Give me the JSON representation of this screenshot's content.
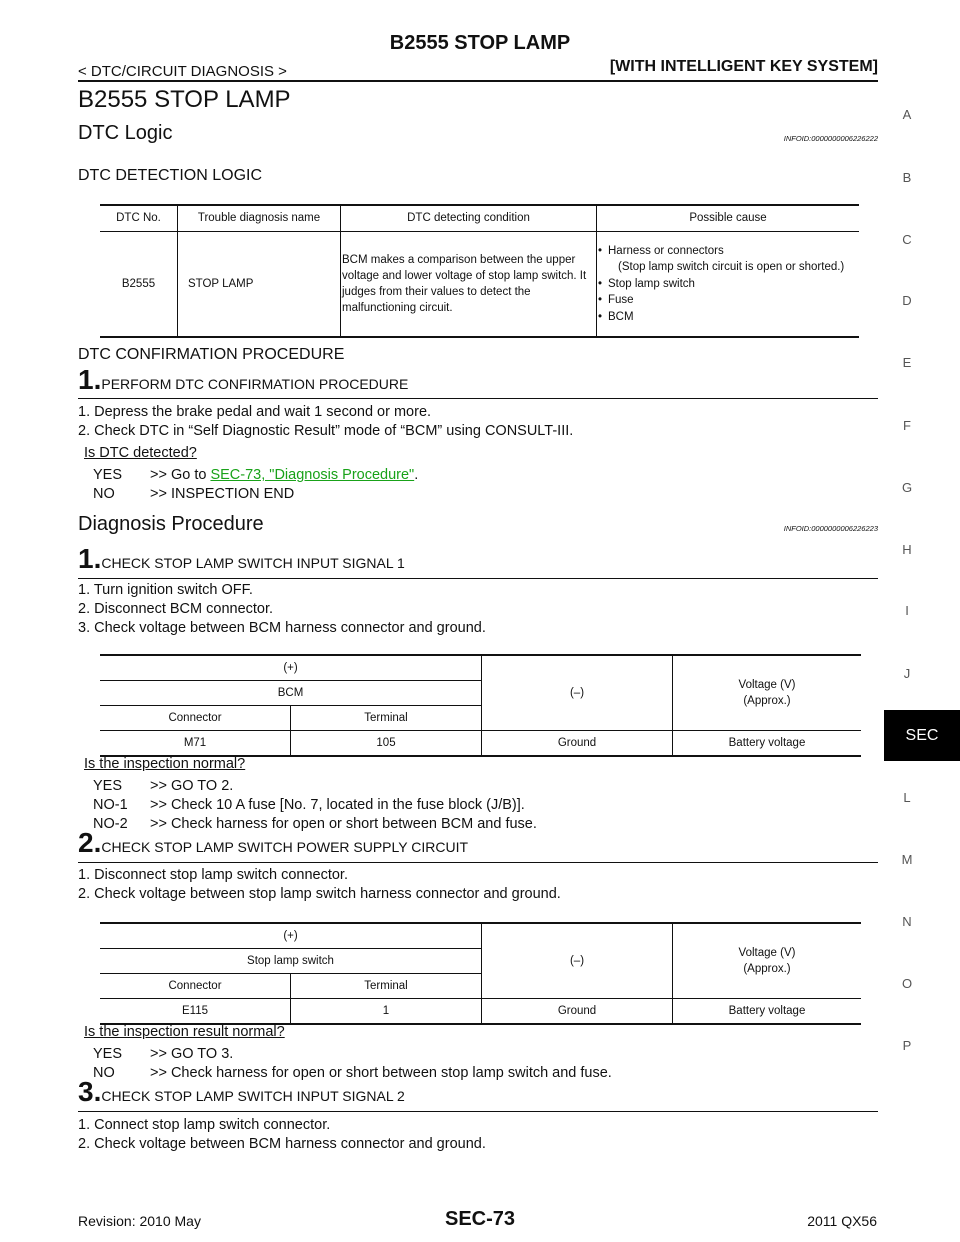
{
  "header": {
    "title": "B2555 STOP LAMP",
    "breadcrumb": "< DTC/CIRCUIT DIAGNOSIS >",
    "system": "[WITH INTELLIGENT KEY SYSTEM]"
  },
  "page_title": "B2555 STOP LAMP",
  "dtc_logic": {
    "heading": "DTC Logic",
    "infoid": "INFOID:0000000006226222",
    "detection_heading": "DTC DETECTION LOGIC",
    "table": {
      "headers": [
        "DTC No.",
        "Trouble diagnosis name",
        "DTC detecting condition",
        "Possible cause"
      ],
      "dtc": "B2555",
      "name": "STOP LAMP",
      "condition": "BCM makes a comparison between the upper voltage and lower voltage of stop lamp switch. It judges from their values to detect the malfunctioning circuit.",
      "causes": [
        "Harness or connectors",
        "(Stop lamp switch circuit is open or shorted.)",
        "Stop lamp switch",
        "Fuse",
        "BCM"
      ]
    },
    "confirmation_heading": "DTC CONFIRMATION PROCEDURE",
    "step1": {
      "num": "1.",
      "title": "PERFORM DTC CONFIRMATION PROCEDURE",
      "lines": [
        "1.  Depress the brake pedal and wait 1 second or more.",
        "2.  Check DTC in “Self Diagnostic Result” mode of “BCM” using CONSULT-III."
      ],
      "question": "Is DTC detected?",
      "yes_label": "YES",
      "yes_prefix": ">> Go to ",
      "yes_link": "SEC-73, \"Diagnosis Procedure\"",
      "yes_suffix": ".",
      "no_label": "NO",
      "no_text": ">> INSPECTION END"
    }
  },
  "diag": {
    "heading": "Diagnosis Procedure",
    "infoid": "INFOID:0000000006226223",
    "step1": {
      "num": "1.",
      "title": "CHECK STOP LAMP SWITCH INPUT SIGNAL 1",
      "lines": [
        "1.  Turn ignition switch OFF.",
        "2.  Disconnect BCM connector.",
        "3.  Check voltage between BCM harness connector and ground."
      ],
      "table": {
        "plus": "(+)",
        "unit": "BCM",
        "connector": "Connector",
        "terminal": "Terminal",
        "minus": "(–)",
        "voltage": "Voltage (V)",
        "approx": "(Approx.)",
        "row": [
          "M71",
          "105",
          "Ground",
          "Battery voltage"
        ]
      },
      "question": "Is the inspection normal?",
      "answers": [
        {
          "label": "YES",
          "text": ">> GO TO 2."
        },
        {
          "label": "NO-1",
          "text": ">> Check 10 A fuse [No. 7, located in the fuse block (J/B)]."
        },
        {
          "label": "NO-2",
          "text": ">> Check harness for open or short between BCM and fuse."
        }
      ]
    },
    "step2": {
      "num": "2.",
      "title": "CHECK STOP LAMP SWITCH POWER SUPPLY CIRCUIT",
      "lines": [
        "1.  Disconnect stop lamp switch connector.",
        "2.  Check voltage between stop lamp switch harness connector and ground."
      ],
      "table": {
        "plus": "(+)",
        "unit": "Stop lamp switch",
        "connector": "Connector",
        "terminal": "Terminal",
        "minus": "(–)",
        "voltage": "Voltage (V)",
        "approx": "(Approx.)",
        "row": [
          "E115",
          "1",
          "Ground",
          "Battery voltage"
        ]
      },
      "question": "Is the inspection result normal?",
      "answers": [
        {
          "label": "YES",
          "text": ">> GO TO 3."
        },
        {
          "label": "NO",
          "text": ">> Check harness for open or short between stop lamp switch and fuse."
        }
      ]
    },
    "step3": {
      "num": "3.",
      "title": "CHECK STOP LAMP SWITCH INPUT SIGNAL 2",
      "lines": [
        "1.  Connect stop lamp switch connector.",
        "2.  Check voltage between BCM harness connector and ground."
      ]
    }
  },
  "side_index": [
    "A",
    "B",
    "C",
    "D",
    "E",
    "F",
    "G",
    "H",
    "I",
    "J",
    "SEC",
    "L",
    "M",
    "N",
    "O",
    "P"
  ],
  "footer": {
    "revision": "Revision: 2010 May",
    "page": "SEC-73",
    "model": "2011 QX56"
  }
}
